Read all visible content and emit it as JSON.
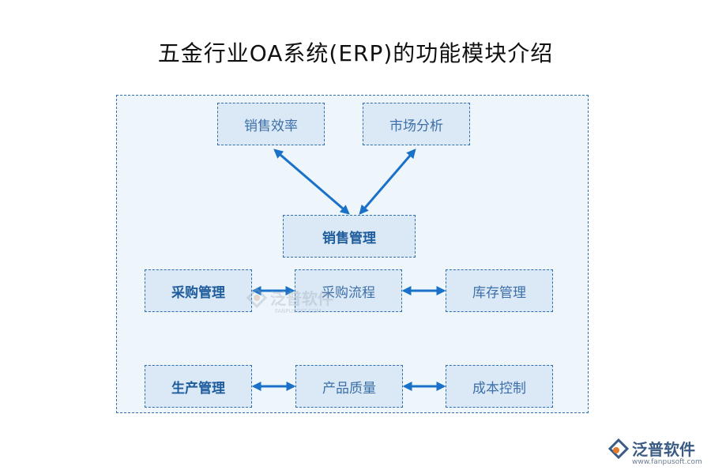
{
  "title": "五金行业OA系统(ERP)的功能模块介绍",
  "boxes": {
    "sales_efficiency": "销售效率",
    "market_analysis": "市场分析",
    "sales_management": "销售管理",
    "purchase_management": "采购管理",
    "purchase_process": "采购流程",
    "inventory_management": "库存管理",
    "production_management": "生产管理",
    "product_quality": "产品质量",
    "cost_control": "成本控制"
  },
  "watermark": {
    "text": "泛普软件",
    "sub": "FANPUSOFT.COM"
  },
  "logo": {
    "name": "泛普软件",
    "url": "www.fanpusoft.com"
  },
  "colors": {
    "arrow": "#1a72c8",
    "box_fill": "#dbe9f6",
    "border": "#2f6fb0",
    "panel_fill": "#eef5fb"
  }
}
